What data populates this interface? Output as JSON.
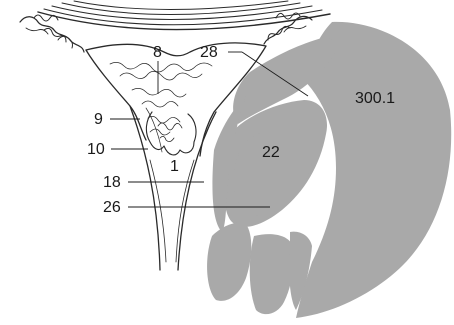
{
  "figure": {
    "labels": {
      "l8": "8",
      "l28": "28",
      "l300_1": "300.1",
      "l9": "9",
      "l10": "10",
      "l22": "22",
      "l1": "1",
      "l18": "18",
      "l26": "26"
    },
    "colors": {
      "region_fill": "#a9a9a9",
      "line": "#2a2a2a",
      "background": "#ffffff"
    }
  }
}
